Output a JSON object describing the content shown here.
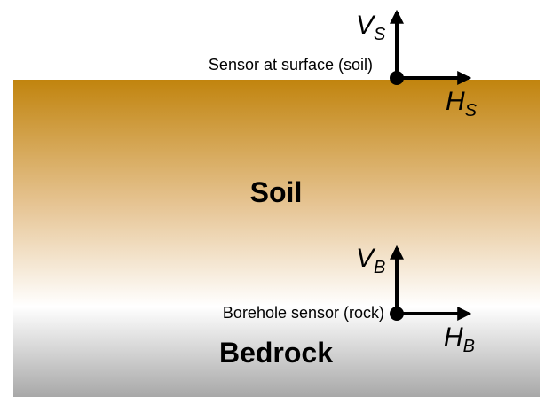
{
  "colors": {
    "soil_top": "#c1840e",
    "soil_mid": "#e9c99a",
    "soil_bottom": "#ffffff",
    "rock_top": "#ffffff",
    "rock_bottom": "#a8a8a8",
    "ink": "#000000"
  },
  "layers": {
    "soil_label": "Soil",
    "bedrock_label": "Bedrock"
  },
  "surface_sensor": {
    "label": "Sensor at surface (soil)",
    "vertical": {
      "symbol": "V",
      "subscript": "S"
    },
    "horizontal": {
      "symbol": "H",
      "subscript": "S"
    }
  },
  "borehole_sensor": {
    "label": "Borehole sensor (rock)",
    "vertical": {
      "symbol": "V",
      "subscript": "B"
    },
    "horizontal": {
      "symbol": "H",
      "subscript": "B"
    }
  }
}
